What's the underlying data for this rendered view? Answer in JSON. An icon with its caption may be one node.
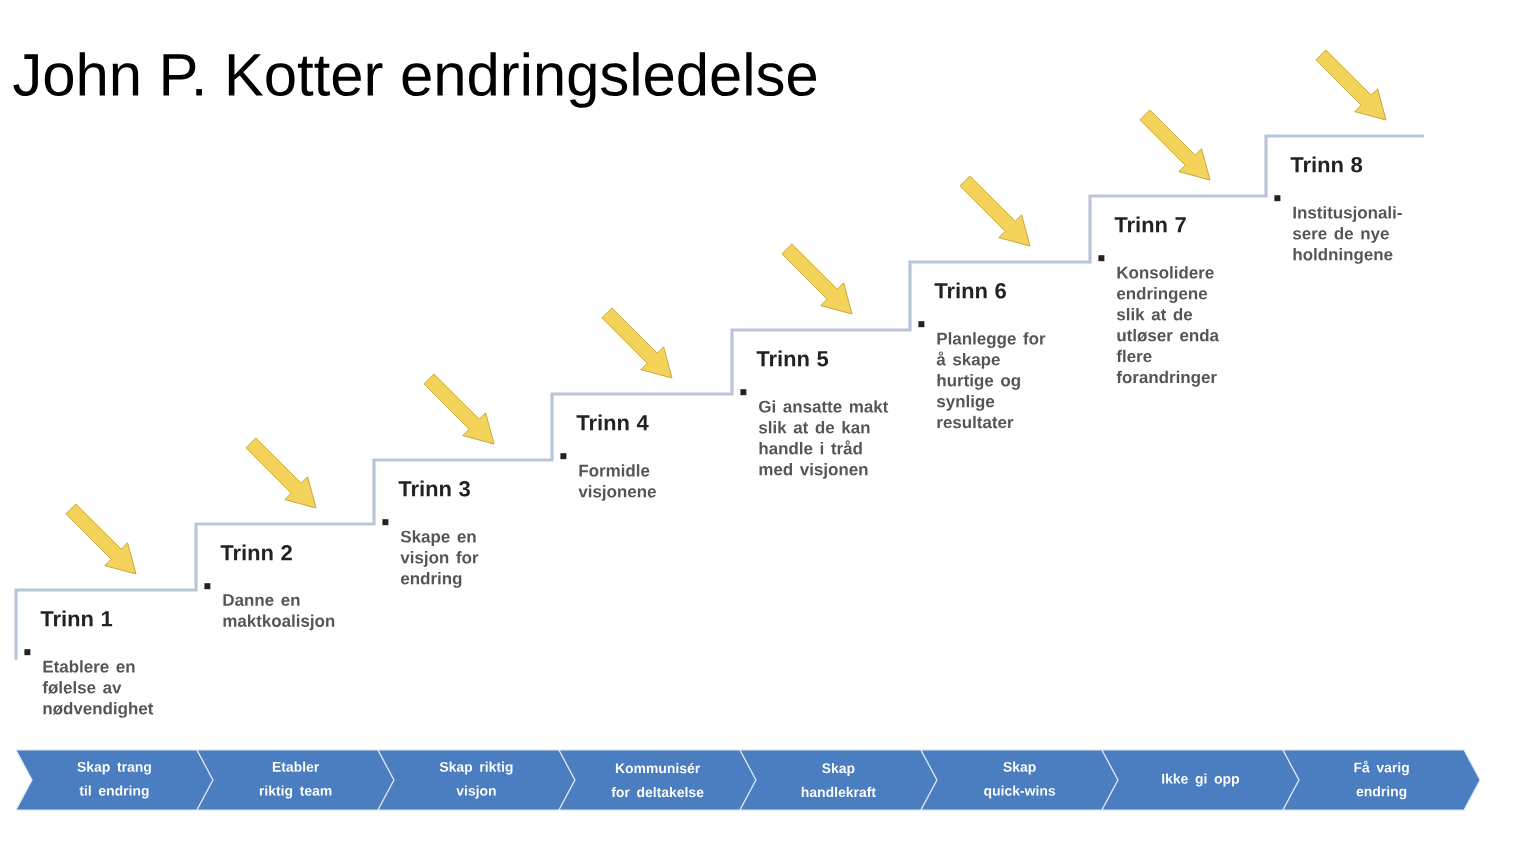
{
  "diagram": {
    "title": "John P. Kotter endringsledelse",
    "nodes": [
      {
        "text": [
          "Trinn 1",
          "Etablere en følelse av nødvendighet"
        ]
      },
      {
        "text": [
          "Trinn 2",
          "Danne en maktkoalisjon"
        ]
      },
      {
        "text": [
          "Trinn 3",
          "Skape en visjon for endring"
        ]
      },
      {
        "text": [
          "Trinn 4",
          "Formidle visjonene"
        ]
      },
      {
        "text": [
          "Trinn 5",
          "Gi ansatte makt slik at de kan handle i tråd med visjonen"
        ]
      },
      {
        "text": [
          "Trinn 6",
          "Planlegge for å skape hurtige og synlige resultater"
        ]
      },
      {
        "text": [
          "Trinn 7",
          "Konsolidere endringene slik at de utløser enda flere forandringer"
        ]
      },
      {
        "text": [
          "Trinn 8",
          "Institusjonali- sere de nye holdningene"
        ]
      },
      {
        "text": [
          "Skap trang til endring"
        ]
      },
      {
        "text": [
          "Etabler riktig team"
        ]
      },
      {
        "text": [
          "Skap riktig visjon"
        ]
      },
      {
        "text": [
          "Kommunisér for deltakelse"
        ]
      },
      {
        "text": [
          "Skap handlekraft"
        ]
      },
      {
        "text": [
          "Skap quick-wins"
        ]
      },
      {
        "text": [
          "Ikke gi opp"
        ]
      },
      {
        "text": [
          "Få varig endring"
        ]
      }
    ]
  }
}
